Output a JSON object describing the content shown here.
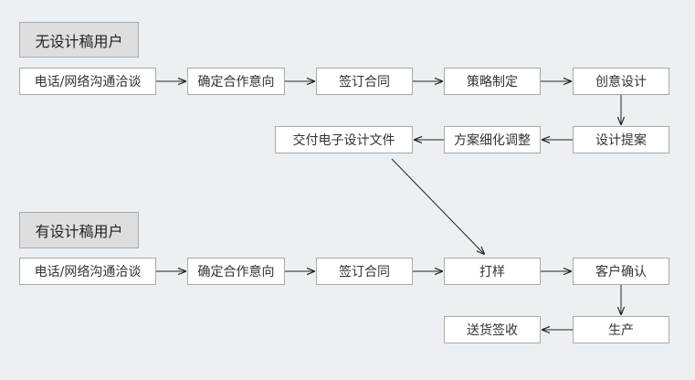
{
  "sections": {
    "no_design": "无设计稿用户",
    "has_design": "有设计稿用户"
  },
  "flow_no_design": {
    "contact": "电话/网络沟通洽谈",
    "confirm_cooperation": "确定合作意向",
    "sign_contract": "签订合同",
    "strategy": "策略制定",
    "creative_design": "创意设计",
    "design_proposal": "设计提案",
    "refine": "方案细化调整",
    "deliver_files": "交付电子设计文件"
  },
  "flow_has_design": {
    "contact": "电话/网络沟通洽谈",
    "confirm_cooperation": "确定合作意向",
    "sign_contract": "签订合同",
    "proofing": "打样",
    "customer_confirm": "客户确认",
    "production": "生产",
    "delivery": "送货签收"
  },
  "colors": {
    "background": "#edf0f3",
    "node_fill": "#ffffff",
    "node_border": "#a9a9a9",
    "label_fill": "#dedede",
    "arrow": "#222222"
  }
}
